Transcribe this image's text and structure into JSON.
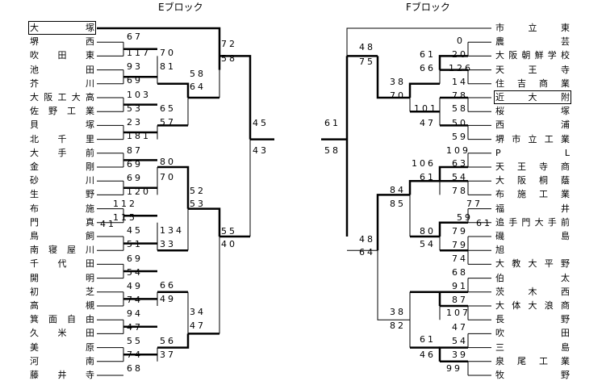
{
  "titles": {
    "left": "Eブロック",
    "right": "Fブロック"
  },
  "left_teams": [
    {
      "name": "大塚",
      "boxed": true
    },
    {
      "name": "堺西"
    },
    {
      "name": "吹田東"
    },
    {
      "name": "池田"
    },
    {
      "name": "芥川"
    },
    {
      "name": "大阪工大高"
    },
    {
      "name": "佐野工業"
    },
    {
      "name": "貝塚"
    },
    {
      "name": "北千里"
    },
    {
      "name": "大手前"
    },
    {
      "name": "金剛"
    },
    {
      "name": "砂川"
    },
    {
      "name": "生野"
    },
    {
      "name": "布施"
    },
    {
      "name": "門真"
    },
    {
      "name": "鳥飼"
    },
    {
      "name": "南寝屋川"
    },
    {
      "name": "千代田"
    },
    {
      "name": "開明"
    },
    {
      "name": "初芝"
    },
    {
      "name": "高槻"
    },
    {
      "name": "箕面自由"
    },
    {
      "name": "久米田"
    },
    {
      "name": "美原"
    },
    {
      "name": "河南"
    },
    {
      "name": "藤井寺"
    }
  ],
  "right_teams": [
    {
      "name": "市立東"
    },
    {
      "name": "農芸"
    },
    {
      "name": "大阪朝鮮学校"
    },
    {
      "name": "天王寺"
    },
    {
      "name": "住吉商業"
    },
    {
      "name": "近大附",
      "boxed": true
    },
    {
      "name": "桜塚"
    },
    {
      "name": "西浦"
    },
    {
      "name": "堺市立工業"
    },
    {
      "name": "PL"
    },
    {
      "name": "天王寺商"
    },
    {
      "name": "大阪桐蔭"
    },
    {
      "name": "布施工業"
    },
    {
      "name": "福井"
    },
    {
      "name": "追手門大手前"
    },
    {
      "name": "磯島"
    },
    {
      "name": "旭"
    },
    {
      "name": "大教大平野"
    },
    {
      "name": "伯太"
    },
    {
      "name": "茨木西"
    },
    {
      "name": "大体大浪商"
    },
    {
      "name": "長野"
    },
    {
      "name": "吹田"
    },
    {
      "name": "三島"
    },
    {
      "name": "泉尾工業"
    },
    {
      "name": "牧野"
    }
  ],
  "left_scores": [
    "67",
    "117",
    "70",
    "93",
    "81",
    "69",
    "58",
    "103",
    "64",
    "53",
    "65",
    "23",
    "57",
    "181",
    "72",
    "58",
    "87",
    "80",
    "69",
    "70",
    "69",
    "120",
    "52",
    "53",
    "112",
    "115",
    "41",
    "45",
    "134",
    "51",
    "33",
    "55",
    "40",
    "69",
    "54",
    "66",
    "49",
    "49",
    "74",
    "94",
    "34",
    "47",
    "47",
    "55",
    "56",
    "74",
    "37",
    "68",
    "45",
    "43"
  ],
  "right_scores": [
    "48",
    "75",
    "0",
    "61",
    "20",
    "66",
    "126",
    "38",
    "14",
    "70",
    "78",
    "101",
    "58",
    "47",
    "50",
    "59",
    "109",
    "106",
    "63",
    "61",
    "54",
    "84",
    "78",
    "85",
    "77",
    "59",
    "61",
    "80",
    "79",
    "54",
    "79",
    "48",
    "74",
    "64",
    "68",
    "91",
    "87",
    "107",
    "38",
    "82",
    "47",
    "61",
    "54",
    "46",
    "39",
    "99",
    "61",
    "58"
  ]
}
